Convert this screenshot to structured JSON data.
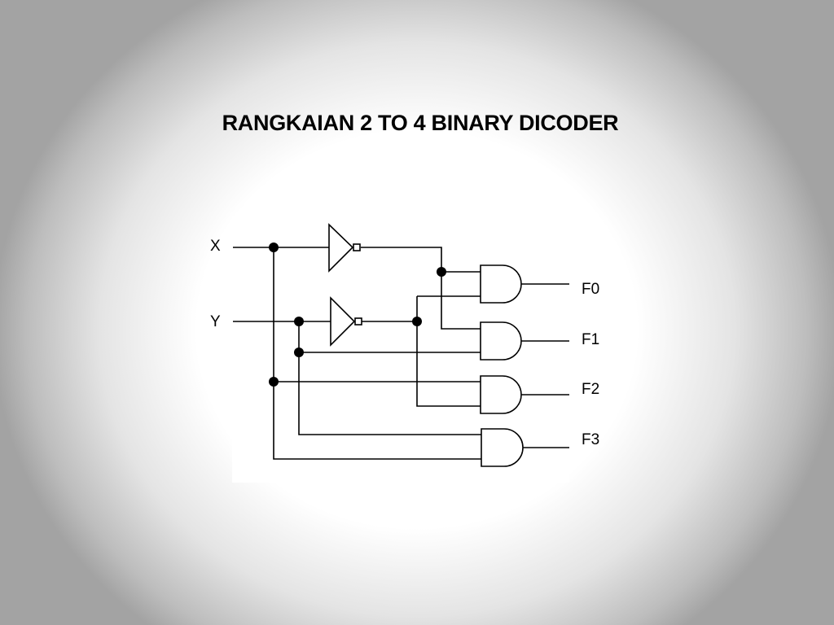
{
  "slide": {
    "title": "RANGKAIAN 2 TO 4 BINARY DICODER"
  },
  "diagram": {
    "inputs": [
      {
        "id": "x",
        "label": "X"
      },
      {
        "id": "y",
        "label": "Y"
      }
    ],
    "outputs": [
      {
        "id": "f0",
        "label": "F0"
      },
      {
        "id": "f1",
        "label": "F1"
      },
      {
        "id": "f2",
        "label": "F2"
      },
      {
        "id": "f3",
        "label": "F3"
      }
    ]
  }
}
